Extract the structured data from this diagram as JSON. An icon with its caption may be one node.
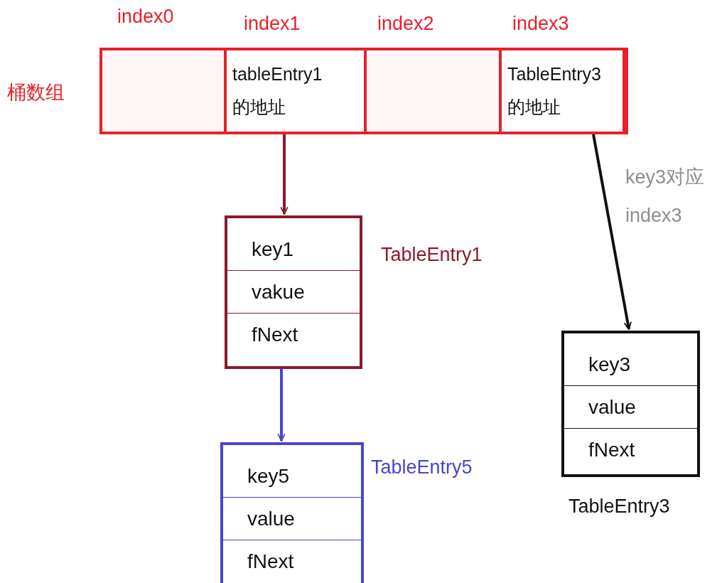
{
  "diagram": {
    "nodes": [
      {
        "text": [],
        "shape": "box"
      },
      {
        "text": [],
        "shape": "box",
        "in": 0
      },
      {
        "text": [
          "tableEntry1 的地址"
        ],
        "in": 0
      },
      {
        "text": [],
        "shape": "box",
        "in": 0
      },
      {
        "text": [
          "TableEntry3 的地址"
        ],
        "in": 0
      },
      {
        "text": [
          "key1",
          "vakue",
          "fNext"
        ],
        "beside": [
          "TableEntry1"
        ]
      },
      {
        "text": [
          "key5",
          "value",
          "fNext"
        ],
        "beside": [
          "TableEntry5"
        ]
      },
      {
        "text": [
          "key3",
          "value",
          "fNext"
        ],
        "beside": [
          "TableEntry3"
        ]
      }
    ],
    "edges": [
      {
        "from": 2,
        "to": 5,
        "arrow": "to",
        "color": "#8b1a2b"
      },
      {
        "from": 5,
        "to": 6,
        "arrow": "to",
        "color": "#4646d0"
      },
      {
        "from": 4,
        "to": 7,
        "arrow": "to",
        "label": "key3对应 index3",
        "color": "#111111"
      }
    ],
    "labels": [
      "index0",
      "index1",
      "index2",
      "index3",
      "桶数组"
    ]
  }
}
